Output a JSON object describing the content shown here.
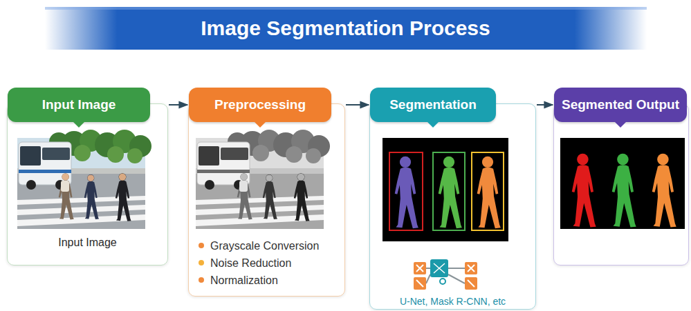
{
  "diagram": {
    "title": "Image Segmentation Process",
    "nodes": [
      {
        "text": [
          "Input Image",
          "Input Image"
        ]
      },
      {
        "text": [
          "Preprocessing",
          "Grayscale Conversion",
          "Noise Reduction",
          "Normalization"
        ]
      },
      {
        "text": [
          "Segmentation",
          "U-Net, Mask R-CNN, etc"
        ]
      },
      {
        "text": [
          "Segmented Output"
        ]
      }
    ],
    "edges": [
      {
        "from": 0,
        "to": 1,
        "arrow": "to"
      },
      {
        "from": 1,
        "to": 2,
        "arrow": "to"
      },
      {
        "from": 2,
        "to": 3,
        "arrow": "to"
      }
    ]
  }
}
